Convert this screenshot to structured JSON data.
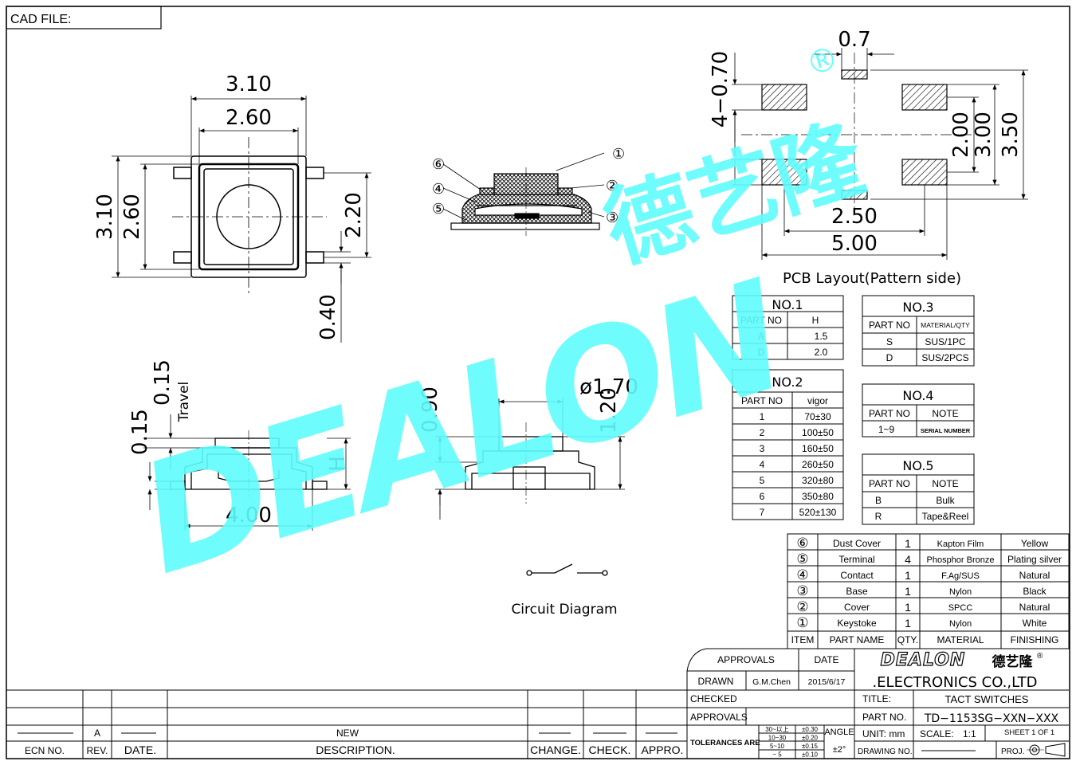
{
  "header": {
    "cad_file": "CAD FILE:"
  },
  "brand": {
    "name": "DEALON",
    "chinese": "德艺隆",
    "registered": "®",
    "watermark_color": "#5ffcfc",
    "company": ".ELECTRONICS CO.,LTD"
  },
  "top_view": {
    "w_outer": "3.10",
    "w_inner": "2.60",
    "h_outer": "3.10",
    "h_inner": "2.60",
    "pin_pitch": "2.20",
    "pin_w": "0.40"
  },
  "section_view": {
    "callouts": [
      "①",
      "②",
      "③",
      "④",
      "⑤",
      "⑥"
    ]
  },
  "pcb": {
    "pad_small": "0.7",
    "pads": "4−0.70",
    "d1": "2.00",
    "d2": "3.00",
    "d3": "3.50",
    "w1": "2.50",
    "w2": "5.00",
    "title": "PCB Layout(Pattern side)"
  },
  "side_view": {
    "d015a": "0.15",
    "d015b": "0.15",
    "travel": "Travel",
    "h": "H",
    "width": "4.00"
  },
  "front_view": {
    "d090": "0.90",
    "d120": "1.20",
    "diameter": "ø1.70"
  },
  "circuit": {
    "label": "Circuit Diagram"
  },
  "no1": {
    "title": "NO.1",
    "headers": [
      "PART NO",
      "H"
    ],
    "rows": [
      [
        "A",
        "1.5"
      ],
      [
        "D",
        "2.0"
      ]
    ]
  },
  "no2": {
    "title": "NO.2",
    "headers": [
      "PART NO",
      "vigor"
    ],
    "rows": [
      [
        "1",
        "70±30"
      ],
      [
        "2",
        "100±50"
      ],
      [
        "3",
        "160±50"
      ],
      [
        "4",
        "260±50"
      ],
      [
        "5",
        "320±80"
      ],
      [
        "6",
        "350±80"
      ],
      [
        "7",
        "520±130"
      ]
    ]
  },
  "no3": {
    "title": "NO.3",
    "headers": [
      "PART NO",
      "MATERIAL/QTY"
    ],
    "rows": [
      [
        "S",
        "SUS/1PC"
      ],
      [
        "D",
        "SUS/2PCS"
      ]
    ]
  },
  "no4": {
    "title": "NO.4",
    "headers": [
      "PART NO",
      "NOTE"
    ],
    "rows": [
      [
        "1~9",
        "SERIAL NUMBER"
      ]
    ]
  },
  "no5": {
    "title": "NO.5",
    "headers": [
      "PART NO",
      "NOTE"
    ],
    "rows": [
      [
        "B",
        "Bulk"
      ],
      [
        "R",
        "Tape&Reel"
      ]
    ]
  },
  "bom": {
    "rows": [
      [
        "⑥",
        "Dust Cover",
        "1",
        "Kapton Film",
        "Yellow"
      ],
      [
        "⑤",
        "Terminal",
        "4",
        "Phosphor Bronze",
        "Plating silver"
      ],
      [
        "④",
        "Contact",
        "1",
        "F.Ag/SUS",
        "Natural"
      ],
      [
        "③",
        "Base",
        "1",
        "Nylon",
        "Black"
      ],
      [
        "②",
        "Cover",
        "1",
        "SPCC",
        "Natural"
      ],
      [
        "①",
        "Keystoke",
        "1",
        "Nylon",
        "White"
      ]
    ],
    "headers": [
      "ITEM",
      "PART NAME",
      "QTY.",
      "MATERIAL",
      "FINISHING"
    ]
  },
  "title_block": {
    "approvals": "APPROVALS",
    "date": "DATE",
    "drawn": "DRAWN",
    "drawn_by": "G.M.Chen",
    "drawn_date": "2015/6/17",
    "checked": "CHECKED",
    "approvals2": "APPROVALS",
    "title_label": "TITLE:",
    "title_value": "TACT SWITCHES",
    "part_no_label": "PART NO.",
    "part_no_value": "TD−1153SG−XXN−XXX",
    "tolerances_label": "TOLERANCES ARE",
    "tol_ranges": [
      "30~以上",
      "10~30",
      "5~10",
      "~ 5"
    ],
    "tol_values": [
      "±0.30",
      "±0.20",
      "±0.15",
      "±0.10"
    ],
    "angle_label": "ANGLE",
    "angle_value": "±2°",
    "unit": "UNIT: mm",
    "scale_label": "SCALE:",
    "scale_value": "1:1",
    "sheet": "SHEET  1  OF  1",
    "drawing_no": "DRAWING NO.",
    "proj": "PROJ."
  },
  "revision": {
    "rev_value": "A",
    "description_value": "NEW",
    "headers": [
      "ECN NO.",
      "REV.",
      "DATE.",
      "DESCRIPTION.",
      "CHANGE.",
      "CHECK.",
      "APPRO."
    ]
  }
}
